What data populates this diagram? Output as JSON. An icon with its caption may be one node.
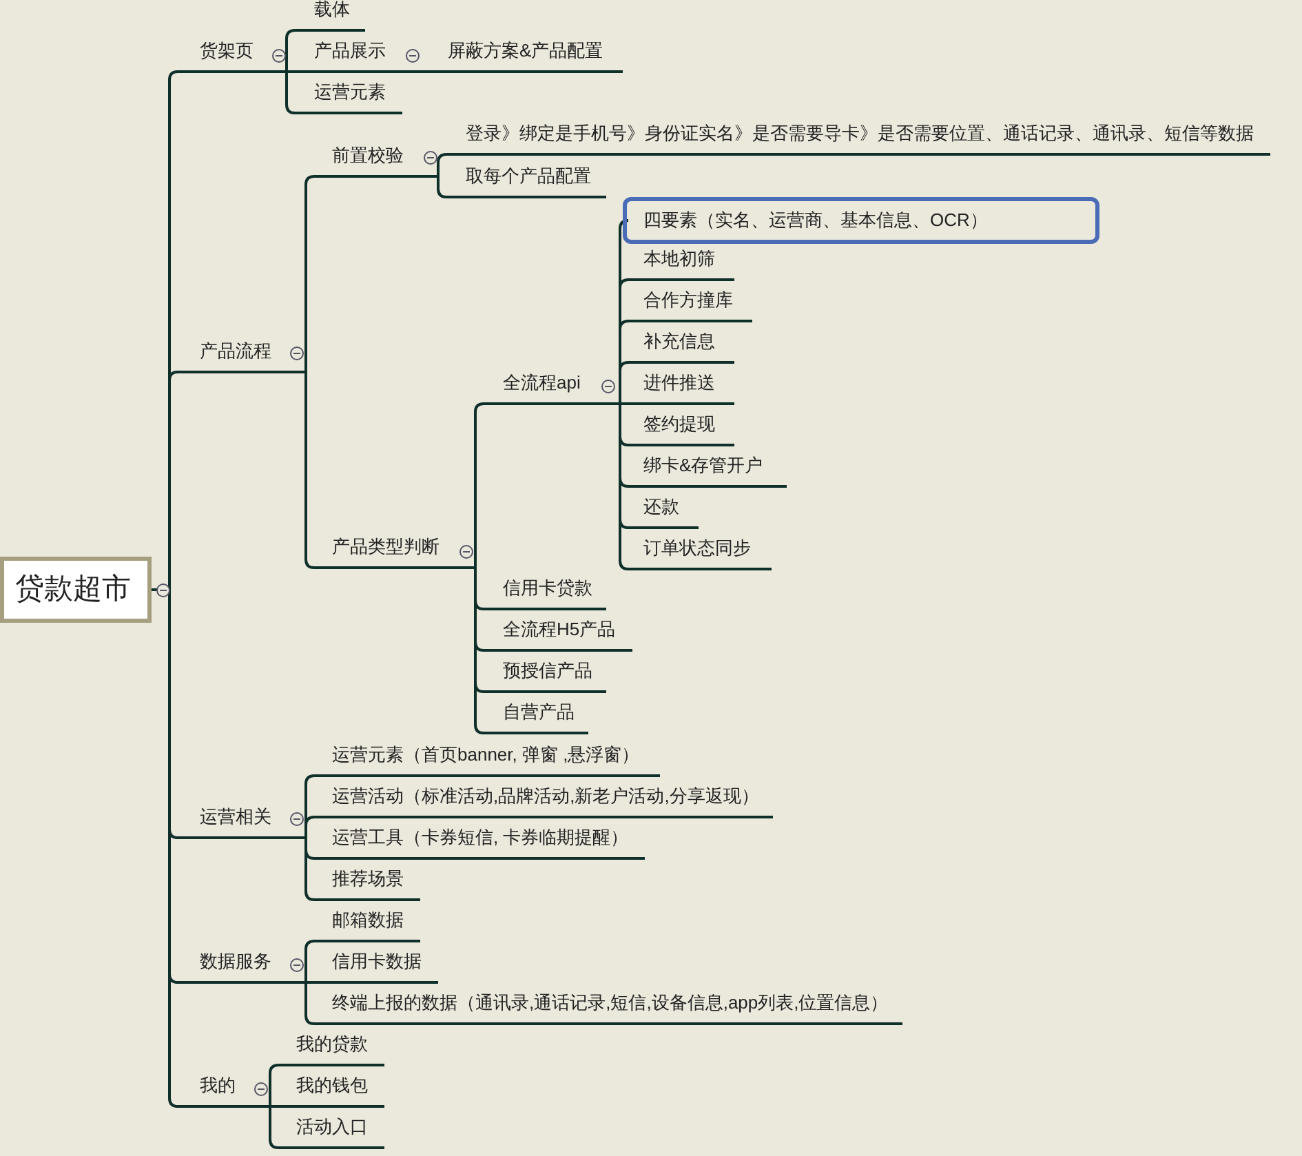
{
  "diagram": {
    "nodes": [
      {
        "text": [
          "贷款超市"
        ]
      },
      {
        "text": [
          "货架页"
        ]
      },
      {
        "text": [
          "载体"
        ]
      },
      {
        "text": [
          "产品展示"
        ]
      },
      {
        "text": [
          "屏蔽方案&产品配置"
        ]
      },
      {
        "text": [
          "运营元素"
        ]
      },
      {
        "text": [
          "产品流程"
        ]
      },
      {
        "text": [
          "前置校验"
        ]
      },
      {
        "text": [
          "登录》绑定是手机号》身份证实名》是否需要导卡》是否需要位置、通话记录、通讯录、短信等数据"
        ]
      },
      {
        "text": [
          "取每个产品配置"
        ]
      },
      {
        "text": [
          "产品类型判断"
        ]
      },
      {
        "text": [
          "全流程api"
        ]
      },
      {
        "text": [
          "四要素（实名、运营商、基本信息、OCR）"
        ]
      },
      {
        "text": [
          "本地初筛"
        ]
      },
      {
        "text": [
          "合作方撞库"
        ]
      },
      {
        "text": [
          "补充信息"
        ]
      },
      {
        "text": [
          "进件推送"
        ]
      },
      {
        "text": [
          "签约提现"
        ]
      },
      {
        "text": [
          "绑卡&存管开户"
        ]
      },
      {
        "text": [
          "还款"
        ]
      },
      {
        "text": [
          "订单状态同步"
        ]
      },
      {
        "text": [
          "信用卡贷款"
        ]
      },
      {
        "text": [
          "全流程H5产品"
        ]
      },
      {
        "text": [
          "预授信产品"
        ]
      },
      {
        "text": [
          "自营产品"
        ]
      },
      {
        "text": [
          "运营相关"
        ]
      },
      {
        "text": [
          "运营元素（首页banner, 弹窗 ,悬浮窗）"
        ]
      },
      {
        "text": [
          "运营活动（标准活动,品牌活动,新老户活动,分享返现）"
        ]
      },
      {
        "text": [
          "运营工具（卡券短信, 卡券临期提醒）"
        ]
      },
      {
        "text": [
          "推荐场景"
        ]
      },
      {
        "text": [
          "数据服务"
        ]
      },
      {
        "text": [
          "邮箱数据"
        ]
      },
      {
        "text": [
          "信用卡数据"
        ]
      },
      {
        "text": [
          "终端上报的数据（通讯录,通话记录,短信,设备信息,app列表,位置信息）"
        ]
      },
      {
        "text": [
          "我的"
        ]
      },
      {
        "text": [
          "我的贷款"
        ]
      },
      {
        "text": [
          "我的钱包"
        ]
      },
      {
        "text": [
          "活动入口"
        ]
      }
    ],
    "edges": [
      {
        "from": 0,
        "to": 1,
        "arrow": "none"
      },
      {
        "from": 1,
        "to": 2,
        "arrow": "none"
      },
      {
        "from": 1,
        "to": 3,
        "arrow": "none"
      },
      {
        "from": 3,
        "to": 4,
        "arrow": "none"
      },
      {
        "from": 1,
        "to": 5,
        "arrow": "none"
      },
      {
        "from": 0,
        "to": 6,
        "arrow": "none"
      },
      {
        "from": 6,
        "to": 7,
        "arrow": "none"
      },
      {
        "from": 7,
        "to": 8,
        "arrow": "none"
      },
      {
        "from": 7,
        "to": 9,
        "arrow": "none"
      },
      {
        "from": 6,
        "to": 10,
        "arrow": "none"
      },
      {
        "from": 10,
        "to": 11,
        "arrow": "none"
      },
      {
        "from": 11,
        "to": 12,
        "arrow": "none"
      },
      {
        "from": 11,
        "to": 13,
        "arrow": "none"
      },
      {
        "from": 11,
        "to": 14,
        "arrow": "none"
      },
      {
        "from": 11,
        "to": 15,
        "arrow": "none"
      },
      {
        "from": 11,
        "to": 16,
        "arrow": "none"
      },
      {
        "from": 11,
        "to": 17,
        "arrow": "none"
      },
      {
        "from": 11,
        "to": 18,
        "arrow": "none"
      },
      {
        "from": 11,
        "to": 19,
        "arrow": "none"
      },
      {
        "from": 11,
        "to": 20,
        "arrow": "none"
      },
      {
        "from": 10,
        "to": 21,
        "arrow": "none"
      },
      {
        "from": 10,
        "to": 22,
        "arrow": "none"
      },
      {
        "from": 10,
        "to": 23,
        "arrow": "none"
      },
      {
        "from": 10,
        "to": 24,
        "arrow": "none"
      },
      {
        "from": 0,
        "to": 25,
        "arrow": "none"
      },
      {
        "from": 25,
        "to": 26,
        "arrow": "none"
      },
      {
        "from": 25,
        "to": 27,
        "arrow": "none"
      },
      {
        "from": 25,
        "to": 28,
        "arrow": "none"
      },
      {
        "from": 25,
        "to": 29,
        "arrow": "none"
      },
      {
        "from": 0,
        "to": 30,
        "arrow": "none"
      },
      {
        "from": 30,
        "to": 31,
        "arrow": "none"
      },
      {
        "from": 30,
        "to": 32,
        "arrow": "none"
      },
      {
        "from": 30,
        "to": 33,
        "arrow": "none"
      },
      {
        "from": 0,
        "to": 34,
        "arrow": "none"
      },
      {
        "from": 34,
        "to": 35,
        "arrow": "none"
      },
      {
        "from": 34,
        "to": 36,
        "arrow": "none"
      },
      {
        "from": 34,
        "to": 37,
        "arrow": "none"
      }
    ]
  }
}
